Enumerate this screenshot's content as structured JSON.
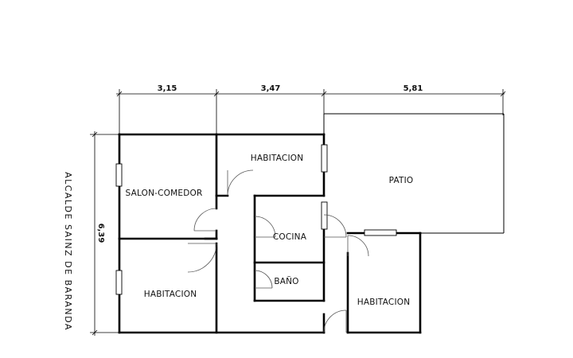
{
  "dimensions": {
    "top": [
      "3,15",
      "3,47",
      "5,81"
    ],
    "left": "6,39"
  },
  "street_name": "ALCALDE SAINZ DE BARANDA",
  "rooms": {
    "salon_comedor": "SALON-COMEDOR",
    "habitacion_top": "HABITACION",
    "patio": "PATIO",
    "cocina": "COCINA",
    "bano": "BAÑO",
    "habitacion_bottom_left": "HABITACION",
    "habitacion_bottom_right": "HABITACION"
  }
}
